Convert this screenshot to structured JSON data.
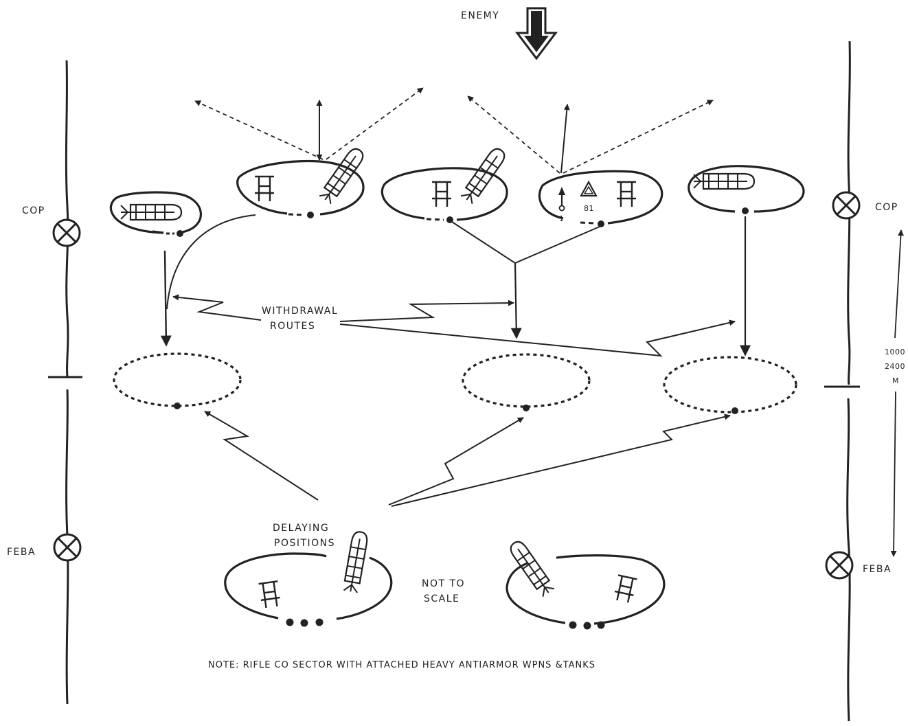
{
  "labels": {
    "enemy": "ENEMY",
    "cop_left": "COP",
    "cop_right": "COP",
    "feba_left": "FEBA",
    "feba_right": "FEBA",
    "withdrawal_1": "WITHDRAWAL",
    "withdrawal_2": "ROUTES",
    "delaying_1": "DELAYING",
    "delaying_2": "POSITIONS",
    "not_to_scale_1": "NOT TO",
    "not_to_scale_2": "SCALE",
    "dist_1": "1000",
    "dist_2": "2400",
    "dist_3": "M",
    "note": "NOTE:  RIFLE CO SECTOR WITH ATTACHED HEAVY ANTIARMOR WPNS &TANKS",
    "mortar_size": "81",
    "mg_size": "1"
  },
  "colors": {
    "ink": "#222222",
    "background": "#ffffff"
  },
  "icons": [
    "enemy-arrow-icon",
    "tank-icon",
    "antiarmor-weapon-icon",
    "mortar-icon",
    "machine-gun-icon",
    "observation-post-icon"
  ]
}
